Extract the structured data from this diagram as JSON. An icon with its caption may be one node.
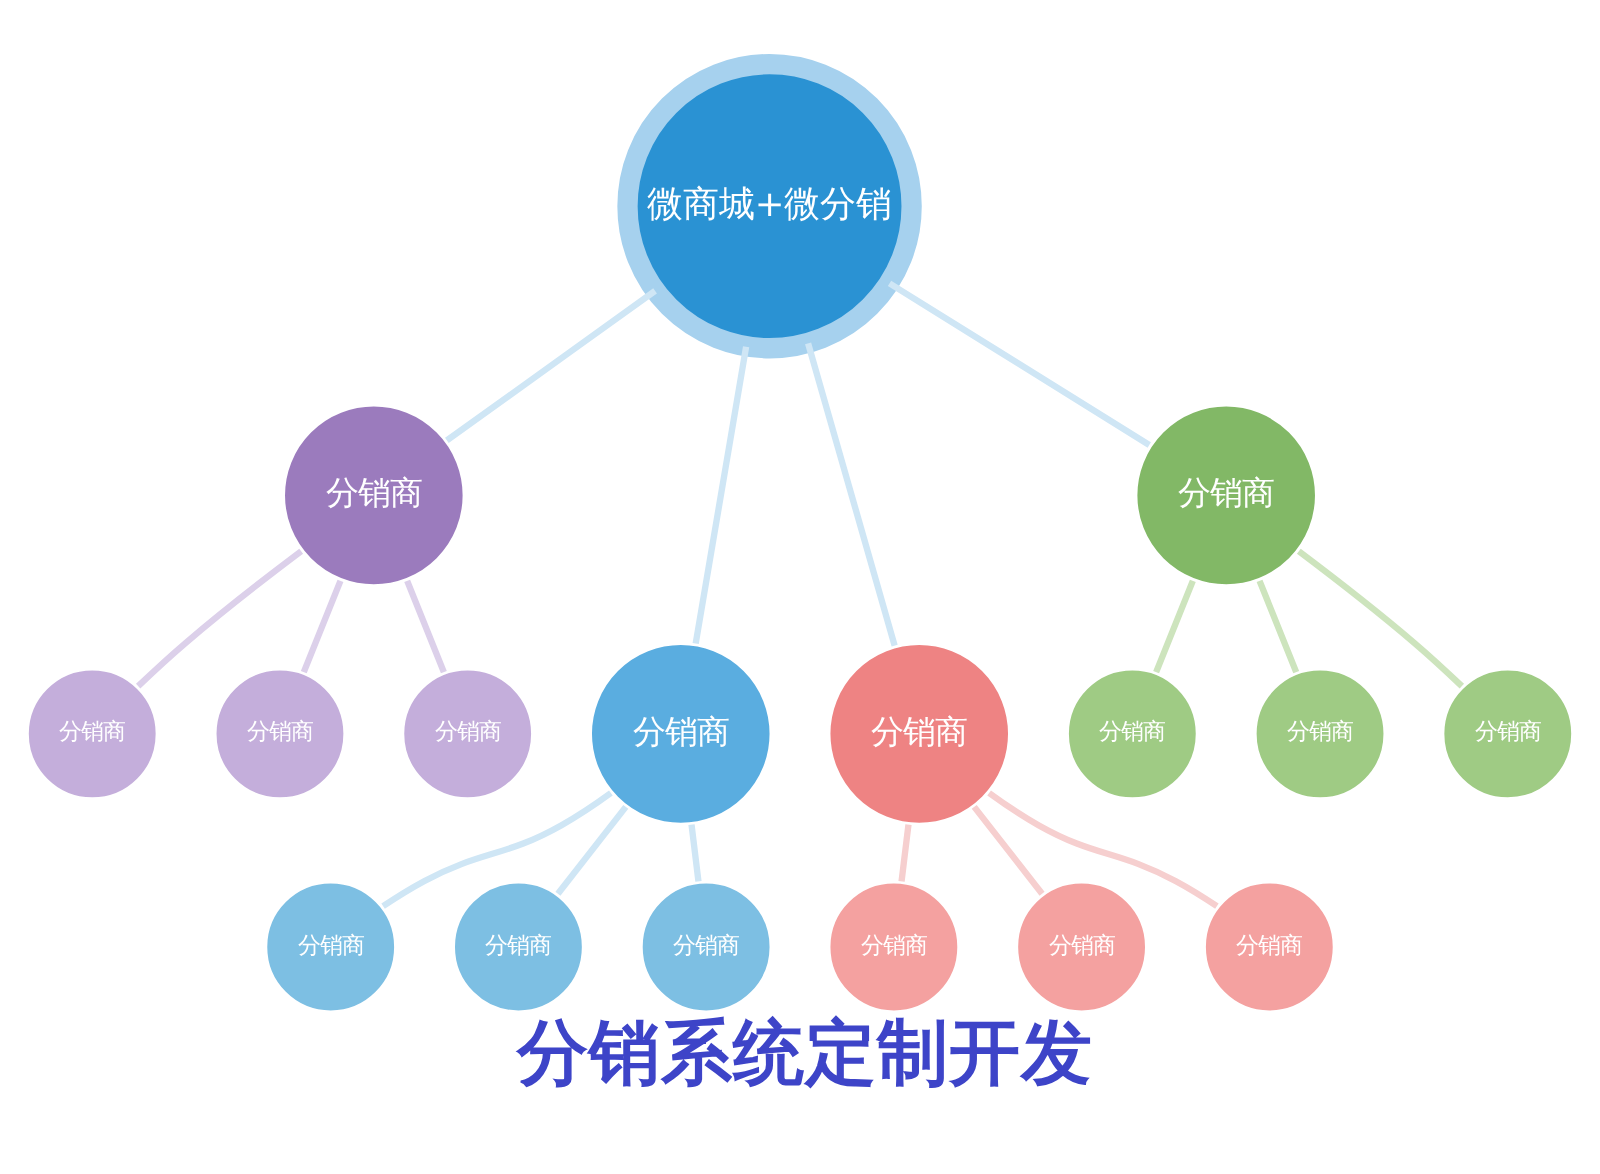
{
  "diagram": {
    "title": "分销系统定制开发",
    "nodes": [
      {
        "text": [
          "微商城+微分销"
        ]
      },
      {
        "text": [
          "分销商"
        ]
      },
      {
        "text": [
          "分销商"
        ]
      },
      {
        "text": [
          "分销商"
        ]
      },
      {
        "text": [
          "分销商"
        ]
      },
      {
        "text": [
          "分销商"
        ]
      },
      {
        "text": [
          "分销商"
        ]
      },
      {
        "text": [
          "分销商"
        ]
      },
      {
        "text": [
          "分销商"
        ]
      },
      {
        "text": [
          "分销商"
        ]
      },
      {
        "text": [
          "分销商"
        ]
      },
      {
        "text": [
          "分销商"
        ]
      },
      {
        "text": [
          "分销商"
        ]
      },
      {
        "text": [
          "分销商"
        ]
      },
      {
        "text": [
          "分销商"
        ]
      },
      {
        "text": [
          "分销商"
        ]
      },
      {
        "text": [
          "分销商"
        ]
      }
    ],
    "edges": [
      {
        "from": 0,
        "to": 1,
        "arrow": "none"
      },
      {
        "from": 0,
        "to": 9,
        "arrow": "none"
      },
      {
        "from": 0,
        "to": 13,
        "arrow": "none"
      },
      {
        "from": 0,
        "to": 5,
        "arrow": "none"
      },
      {
        "from": 1,
        "to": 2,
        "arrow": "none",
        "color": "#dcd0ea"
      },
      {
        "from": 1,
        "to": 3,
        "arrow": "none",
        "color": "#dcd0ea"
      },
      {
        "from": 1,
        "to": 4,
        "arrow": "none",
        "color": "#dcd0ea"
      },
      {
        "from": 9,
        "to": 10,
        "arrow": "none"
      },
      {
        "from": 9,
        "to": 11,
        "arrow": "none"
      },
      {
        "from": 9,
        "to": 12,
        "arrow": "none"
      },
      {
        "from": 13,
        "to": 14,
        "arrow": "none",
        "color": "#f6cfcf"
      },
      {
        "from": 13,
        "to": 15,
        "arrow": "none",
        "color": "#f6cfcf"
      },
      {
        "from": 13,
        "to": 16,
        "arrow": "none",
        "color": "#f6cfcf"
      },
      {
        "from": 5,
        "to": 6,
        "arrow": "none",
        "color": "#cde4bd"
      },
      {
        "from": 5,
        "to": 7,
        "arrow": "none",
        "color": "#cde4bd"
      },
      {
        "from": 5,
        "to": 8,
        "arrow": "none",
        "color": "#cde4bd"
      }
    ]
  }
}
